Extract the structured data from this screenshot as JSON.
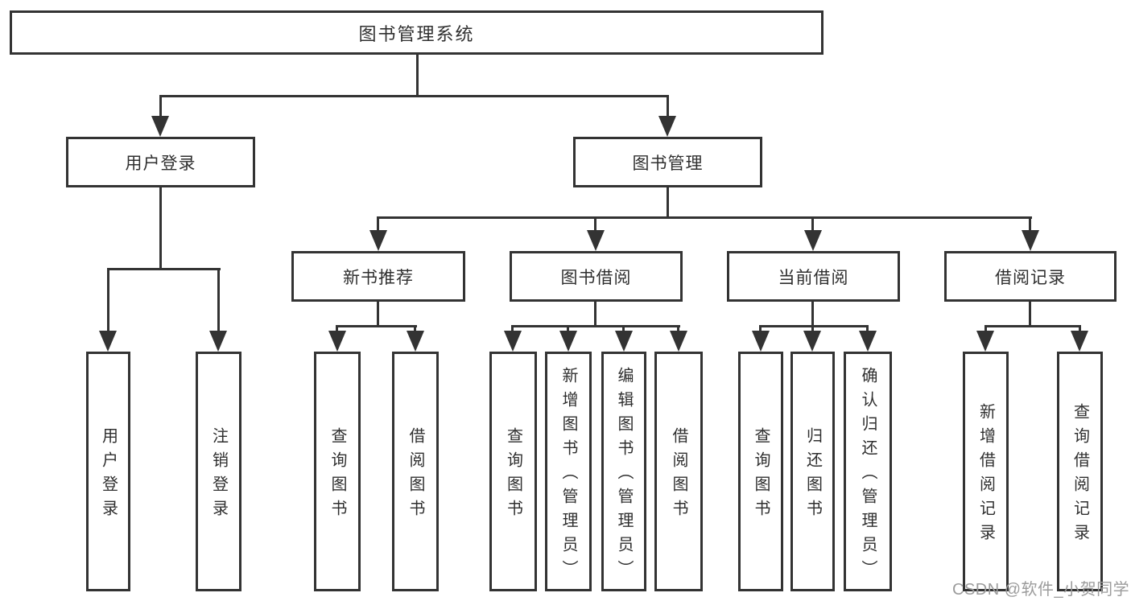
{
  "diagram": {
    "root": {
      "label": "图书管理系统"
    },
    "level2": {
      "user_login": {
        "label": "用户登录"
      },
      "book_mgmt": {
        "label": "图书管理"
      }
    },
    "level3": {
      "new_books": {
        "label": "新书推荐"
      },
      "borrowing": {
        "label": "图书借阅"
      },
      "current": {
        "label": "当前借阅"
      },
      "records": {
        "label": "借阅记录"
      }
    },
    "leaves": {
      "user_login": [
        "用户登录",
        "注销登录"
      ],
      "new_books": [
        "查询图书",
        "借阅图书"
      ],
      "borrowing": [
        "查询图书",
        "新增图书（管理员）",
        "编辑图书（管理员）",
        "借阅图书"
      ],
      "current": [
        "查询图书",
        "归还图书",
        "确认归还（管理员）"
      ],
      "records": [
        "新增借阅记录",
        "查询借阅记录"
      ]
    },
    "watermark": "CSDN @软件_小贺同学",
    "colors": {
      "line": "#333333",
      "text": "#2f2f2f",
      "watermark": "#9c9c9c",
      "background": "#ffffff"
    }
  }
}
